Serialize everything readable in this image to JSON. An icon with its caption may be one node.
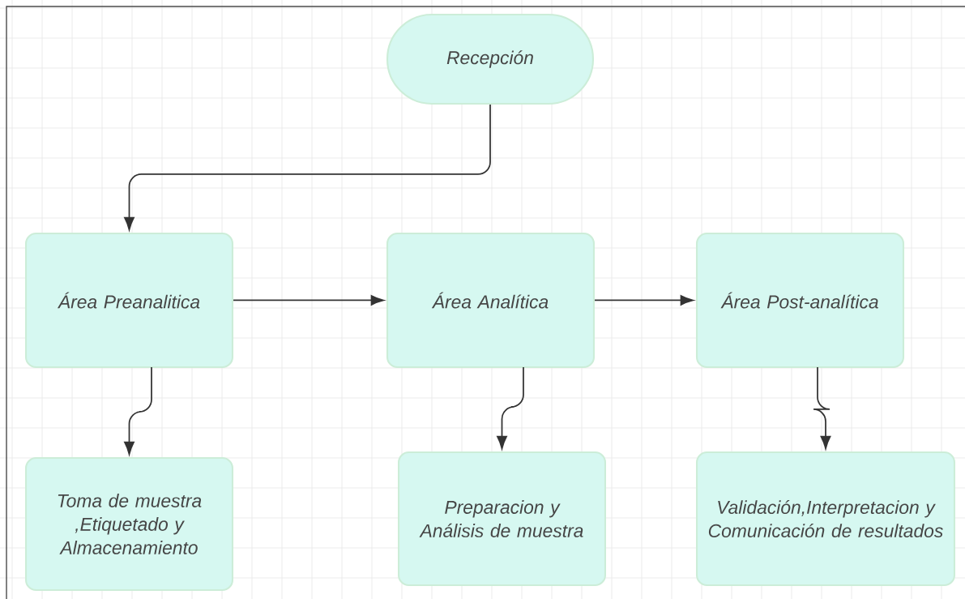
{
  "diagram": {
    "nodes": [
      {
        "text": [
          "Recepción"
        ]
      },
      {
        "text": [
          "Área Preanalitica"
        ]
      },
      {
        "text": [
          "Área Analítica"
        ]
      },
      {
        "text": [
          "Área Post-analítica"
        ]
      },
      {
        "text": [
          "Toma de muestra ,Etiquetado y Almacenamiento"
        ]
      },
      {
        "text": [
          "Preparacion y Análisis de muestra"
        ]
      },
      {
        "text": [
          "Validación,Interpretacion y Comunicación de resultados"
        ]
      }
    ],
    "edges": [
      {
        "from": 0,
        "to": 1,
        "arrow": "to"
      },
      {
        "from": 1,
        "to": 2,
        "arrow": "to"
      },
      {
        "from": 2,
        "to": 3,
        "arrow": "to"
      },
      {
        "from": 1,
        "to": 4,
        "arrow": "to"
      },
      {
        "from": 2,
        "to": 5,
        "arrow": "to"
      },
      {
        "from": 3,
        "to": 6,
        "arrow": "to"
      }
    ]
  }
}
